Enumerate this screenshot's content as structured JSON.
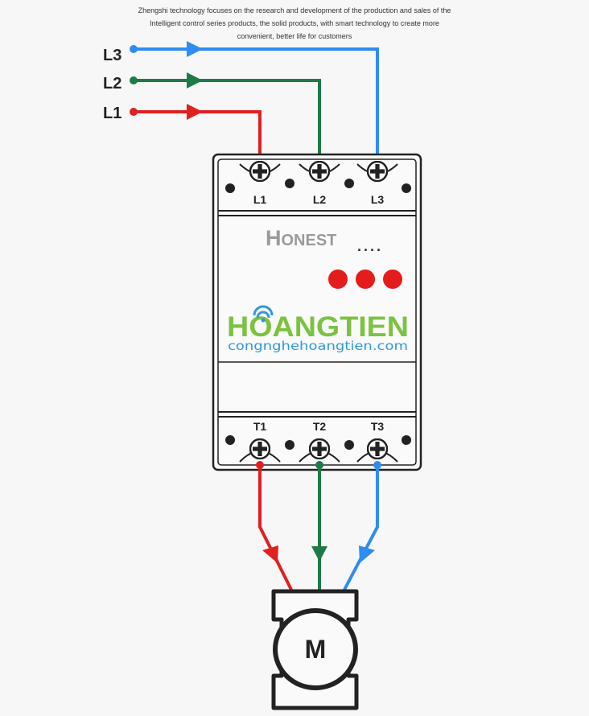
{
  "tagline": {
    "line1": "Zhengshi technology focuses on the research and development of the production and sales of the",
    "line2": "Intelligent control series products, the solid products, with smart technology to create more",
    "line3": "convenient, better life for customers"
  },
  "lines": {
    "l3": "L3",
    "l2": "L2",
    "l1": "L1"
  },
  "device": {
    "input_labels": [
      "L1",
      "L2",
      "L3"
    ],
    "output_labels": [
      "T1",
      "T2",
      "T3"
    ],
    "brand_initial": "H",
    "brand_rest": "ONEST",
    "dots": "....",
    "watermark_name": "HOANGTIEN",
    "watermark_site": "congnghehoangtien.com"
  },
  "motor": {
    "label": "M"
  },
  "colors": {
    "l1": "#e02020",
    "l2": "#1e7a46",
    "l3": "#2f8cf0",
    "indicator": "#e51c1c",
    "outline": "#222222",
    "watermark_green": "#7cc242",
    "watermark_blue": "#2f9ad8"
  }
}
